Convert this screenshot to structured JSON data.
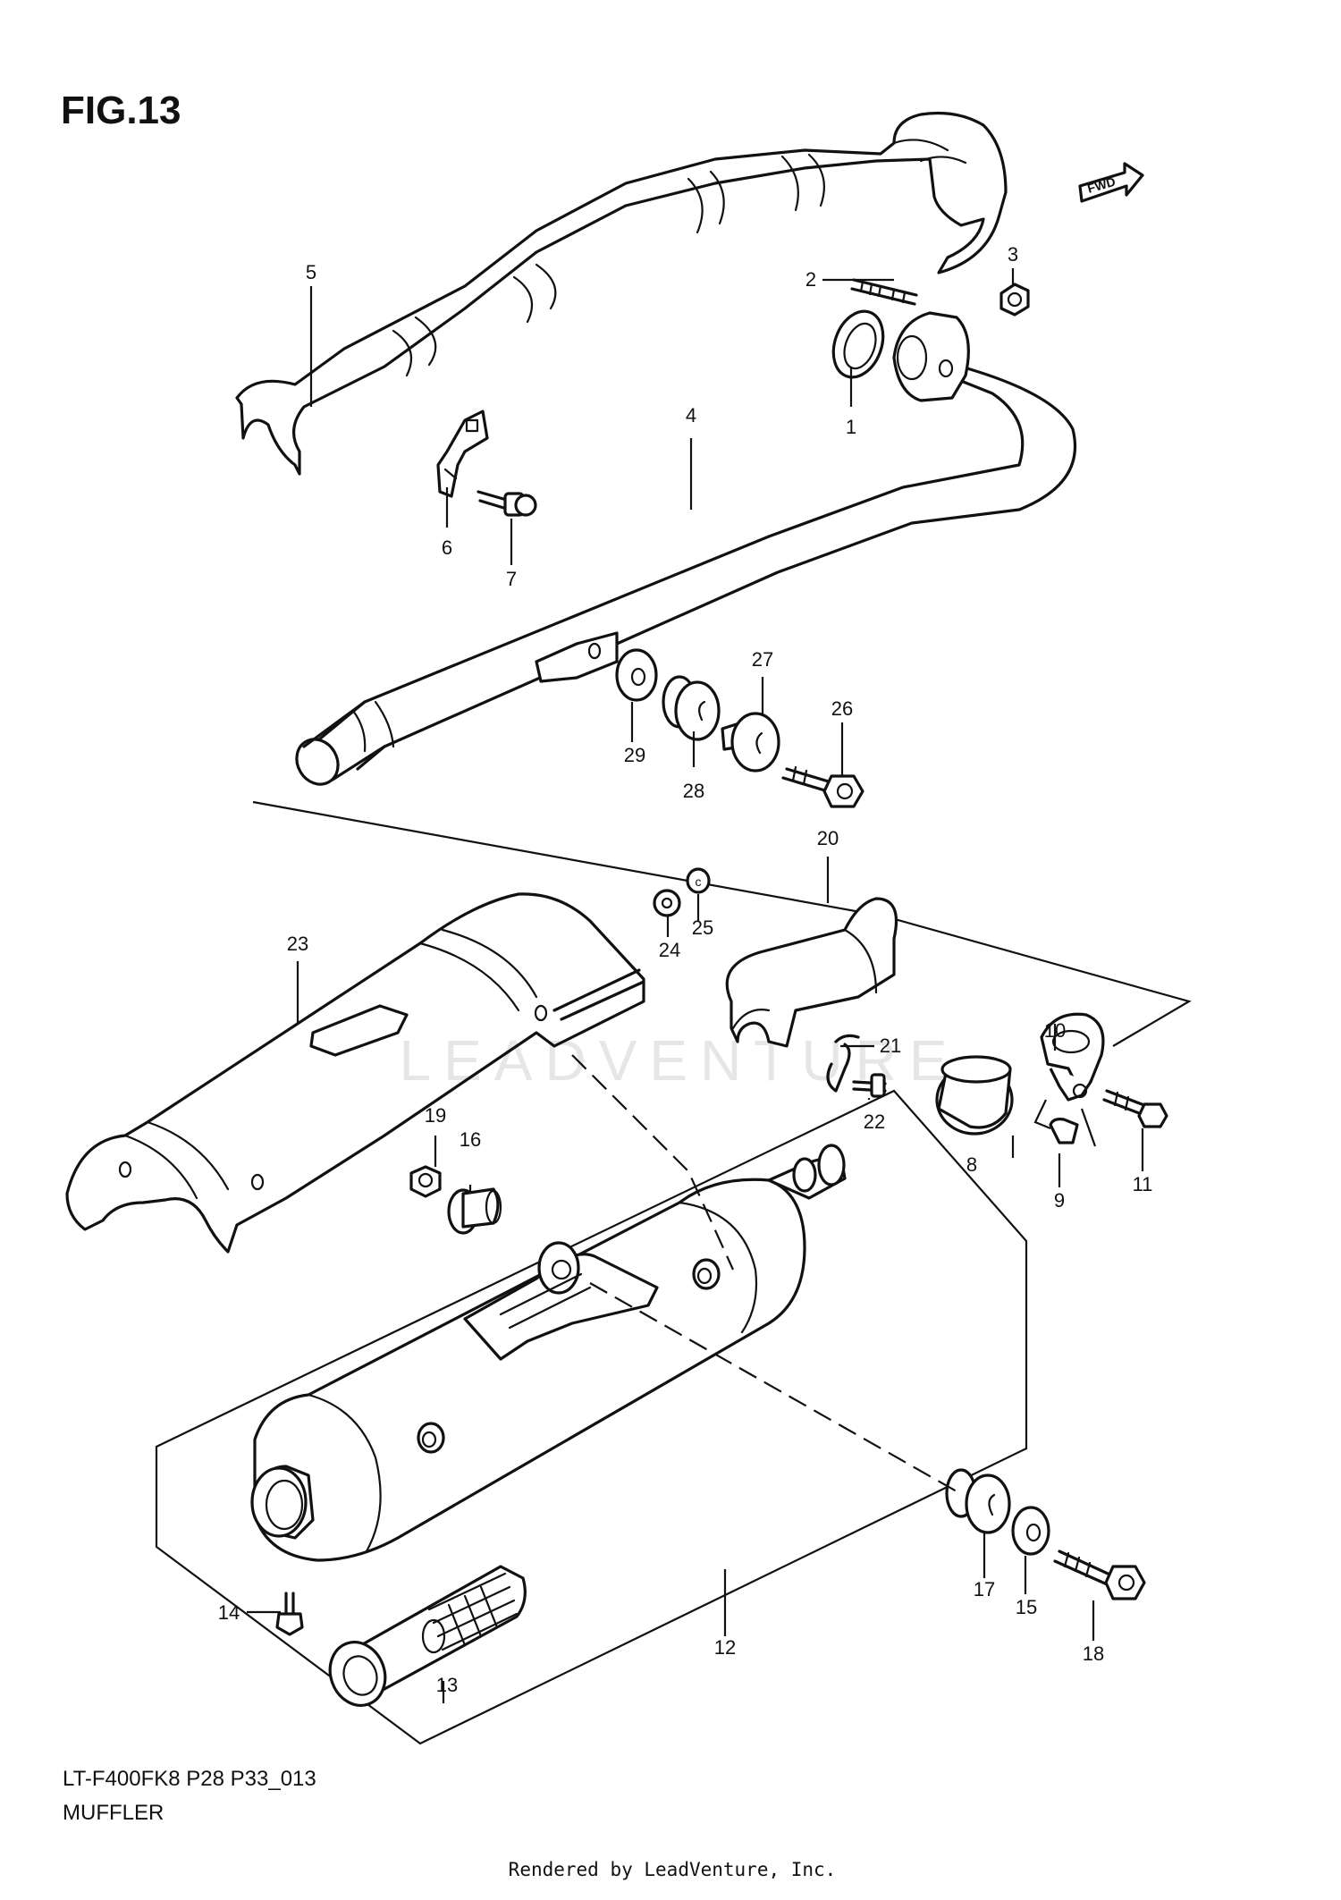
{
  "figure_title": "FIG.13",
  "footer": {
    "model_code": "LT-F400FK8 P28 P33_013",
    "section_name": "MUFFLER",
    "rendered_by": "Rendered by LeadVenture, Inc."
  },
  "watermark": "LEADVENTURE",
  "direction_tag": "FWD",
  "callouts": [
    {
      "id": "c1",
      "label": "1"
    },
    {
      "id": "c2",
      "label": "2"
    },
    {
      "id": "c3",
      "label": "3"
    },
    {
      "id": "c4",
      "label": "4"
    },
    {
      "id": "c5",
      "label": "5"
    },
    {
      "id": "c6",
      "label": "6"
    },
    {
      "id": "c7",
      "label": "7"
    },
    {
      "id": "c8",
      "label": "8"
    },
    {
      "id": "c9",
      "label": "9"
    },
    {
      "id": "c10",
      "label": "10"
    },
    {
      "id": "c11",
      "label": "11"
    },
    {
      "id": "c12",
      "label": "12"
    },
    {
      "id": "c13",
      "label": "13"
    },
    {
      "id": "c14",
      "label": "14"
    },
    {
      "id": "c15",
      "label": "15"
    },
    {
      "id": "c16",
      "label": "16"
    },
    {
      "id": "c17",
      "label": "17"
    },
    {
      "id": "c18",
      "label": "18"
    },
    {
      "id": "c19",
      "label": "19"
    },
    {
      "id": "c20",
      "label": "20"
    },
    {
      "id": "c21",
      "label": "21"
    },
    {
      "id": "c22",
      "label": "22"
    },
    {
      "id": "c23",
      "label": "23"
    },
    {
      "id": "c24",
      "label": "24"
    },
    {
      "id": "c25",
      "label": "25"
    },
    {
      "id": "c26",
      "label": "26"
    },
    {
      "id": "c27",
      "label": "27"
    },
    {
      "id": "c28",
      "label": "28"
    },
    {
      "id": "c29",
      "label": "29"
    }
  ]
}
